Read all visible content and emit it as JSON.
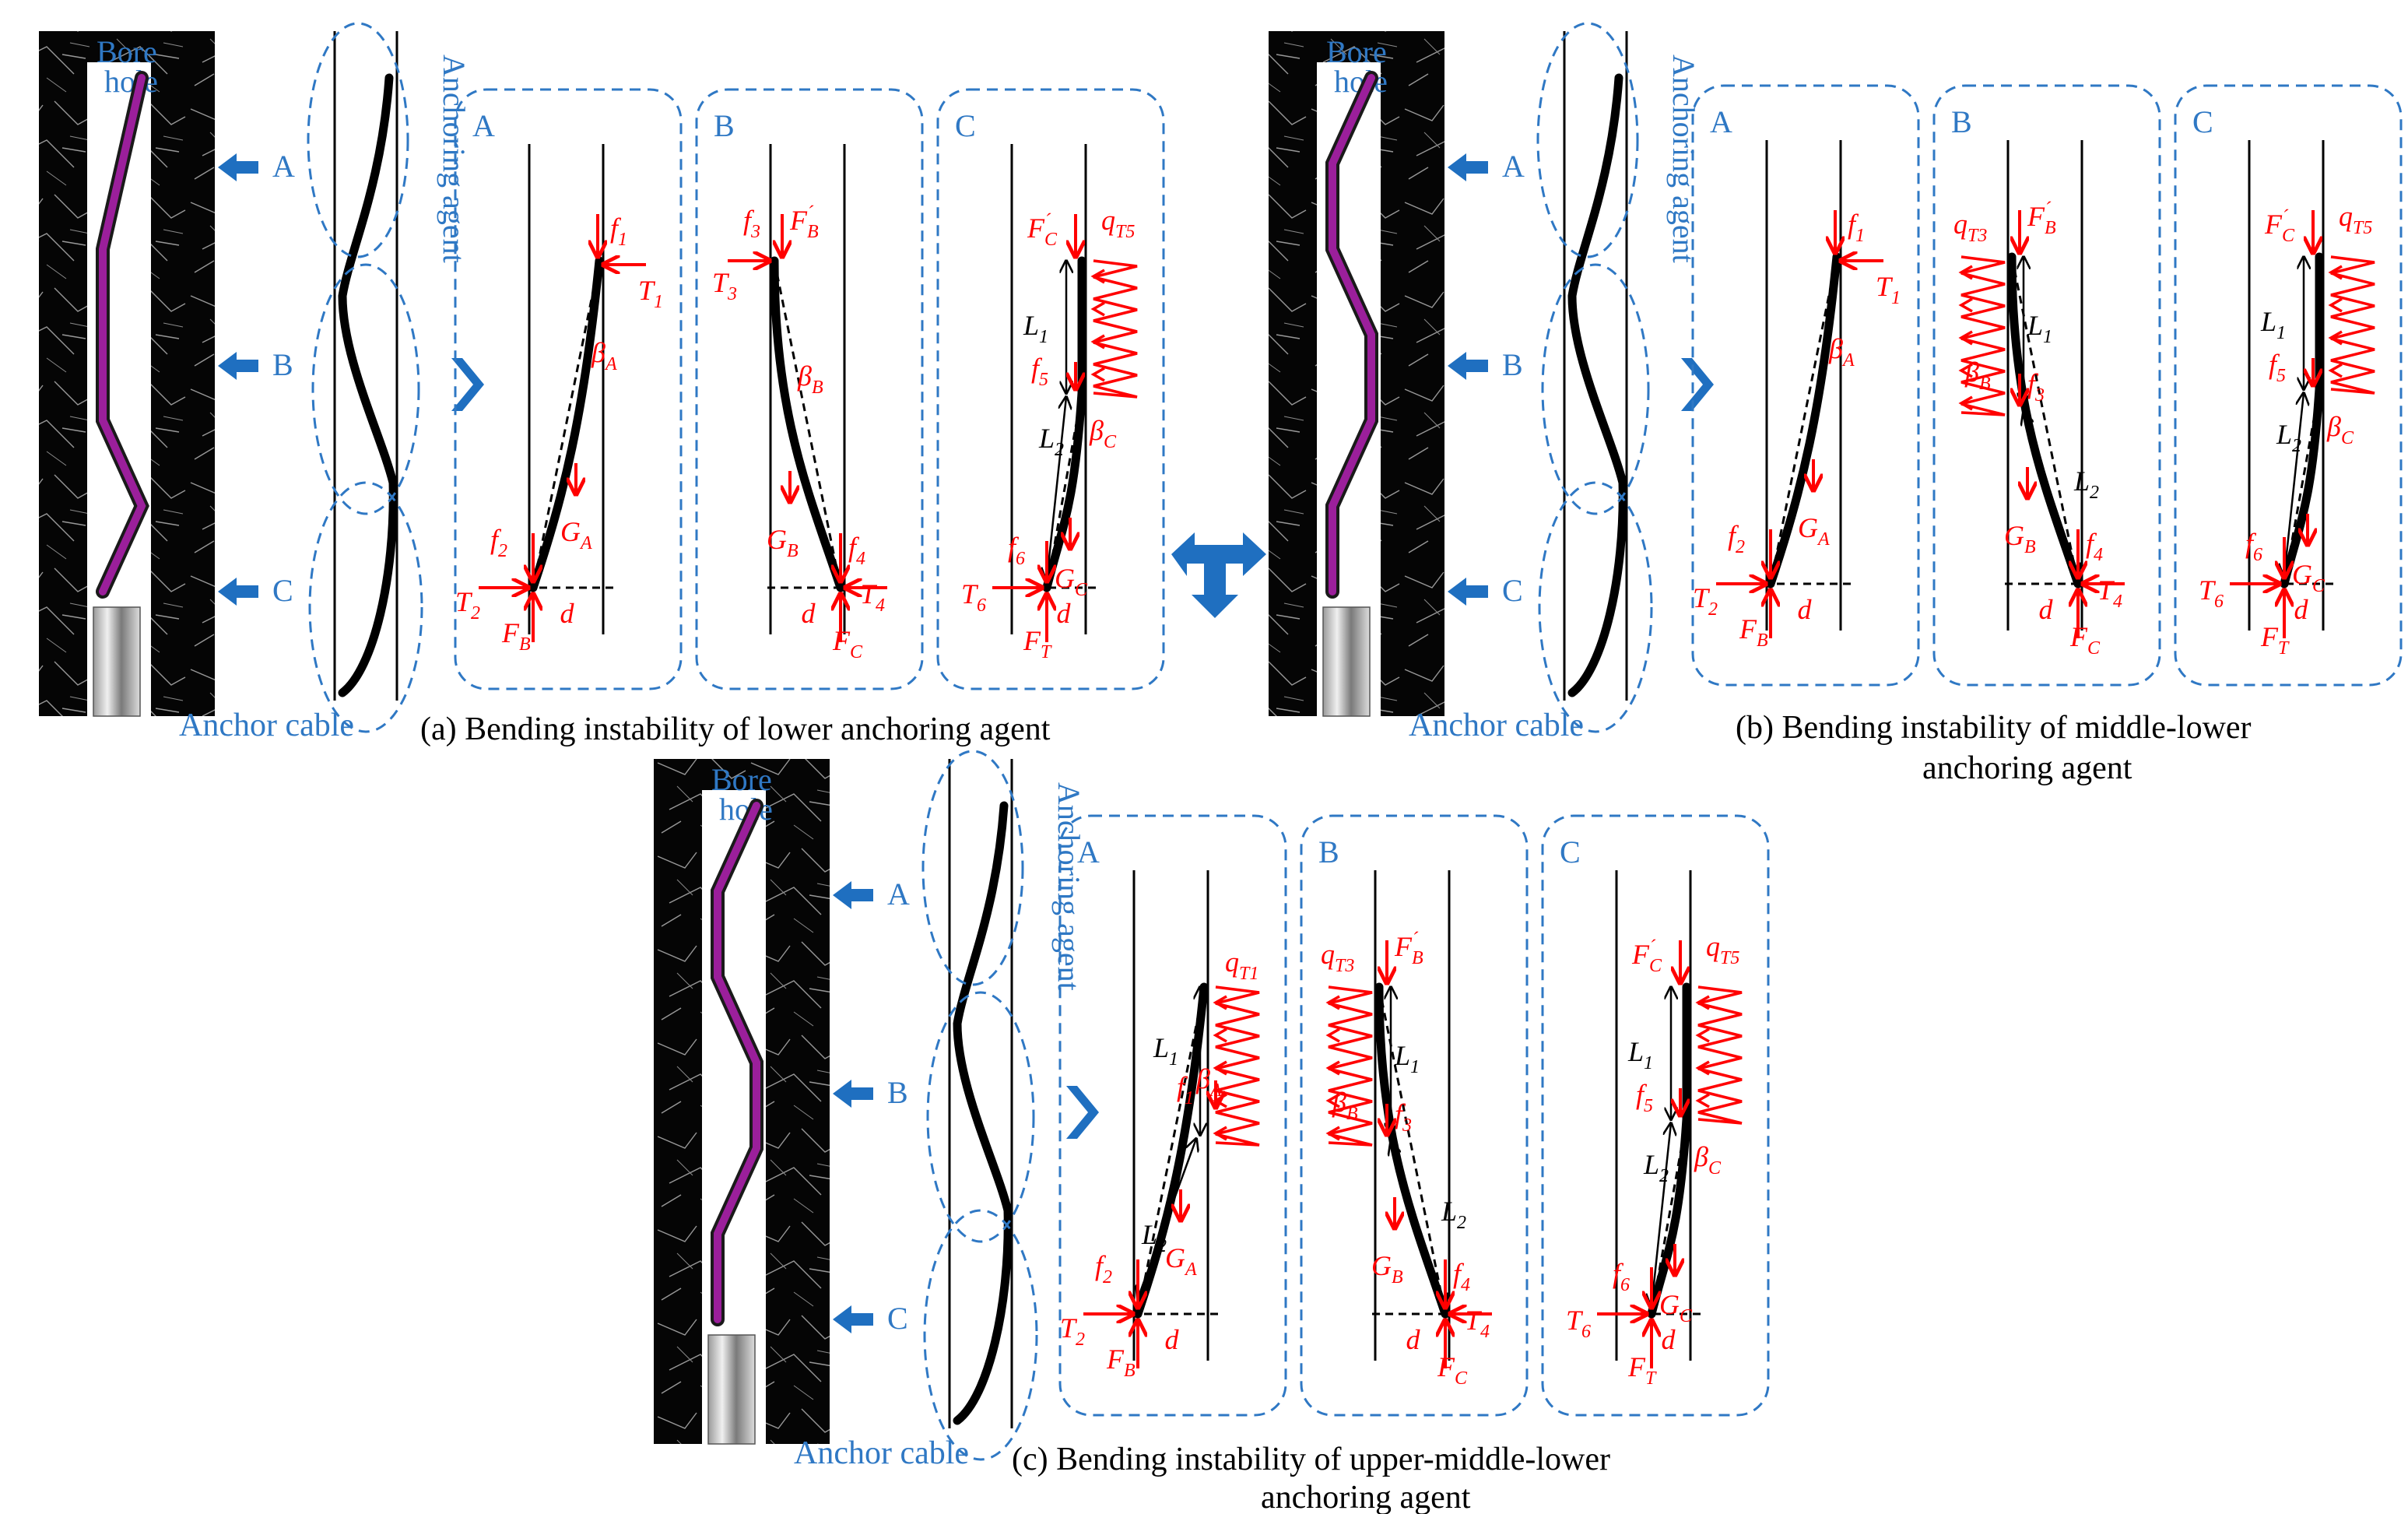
{
  "labels": {
    "bore_hole_1": "Bore",
    "bore_hole_2": "hole",
    "anchoring_agent": "Anchoring agent",
    "anchor_cable": "Anchor cable",
    "sections": [
      "A",
      "B",
      "C"
    ]
  },
  "captions": {
    "a": "(a) Bending instability of lower anchoring agent",
    "b_line1": "(b) Bending instability of middle-lower",
    "b_line2": "anchoring agent",
    "c_line1": "(c) Bending instability of upper-middle-lower",
    "c_line2": "anchoring agent"
  },
  "symbols": {
    "f": "f",
    "T": "T",
    "F": "F",
    "G": "G",
    "q": "q",
    "beta": "β",
    "L": "L",
    "d": "d",
    "prime": "´",
    "sub_1": "1",
    "sub_2": "2",
    "sub_3": "3",
    "sub_4": "4",
    "sub_5": "5",
    "sub_6": "6",
    "sub_A": "A",
    "sub_B": "B",
    "sub_C": "C",
    "sub_T": "T",
    "sub_T1": "T1",
    "sub_T3": "T3",
    "sub_T5": "T5"
  },
  "colors": {
    "blue_label": "#2f78c4",
    "arrow_blue": "#1f6fc0",
    "force_red": "#ff0000",
    "rock_black": "#000000",
    "anchor_magenta": "#9b1f9b"
  },
  "icons": {
    "block_arrow": "left-arrow-icon",
    "chevron": "chevron-right-icon",
    "double_arrow": "bidirectional-arrow-icon"
  }
}
